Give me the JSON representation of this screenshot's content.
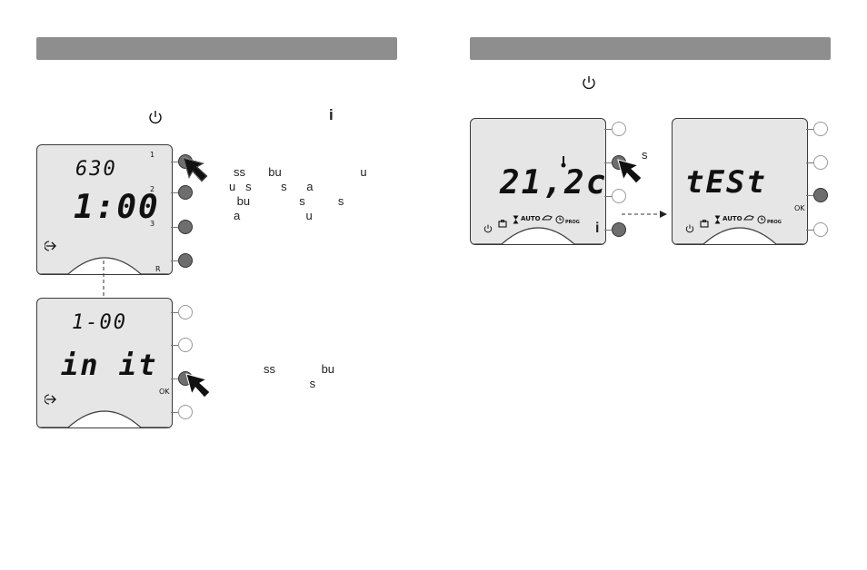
{
  "left_panel": {
    "icon_i": "i",
    "instruction1": [
      "ss       bu                        u",
      "u   s         s      a",
      " bu               s          s",
      "a                    u"
    ],
    "instruction2": [
      "ss              bu",
      "              s"
    ],
    "lcd1": {
      "top": "630",
      "main": "1:00",
      "side": [
        "1",
        "2",
        "3",
        "R"
      ]
    },
    "lcd2": {
      "top": "1-00",
      "main": "in it",
      "side_ok": "OK"
    }
  },
  "right_panel": {
    "hint_s": "s",
    "icon_i": "i",
    "lcd3": {
      "main": "21,2c",
      "mode_icons": "AUTO",
      "prog": "PROG"
    },
    "lcd4": {
      "main": "tESt",
      "side_ok": "OK",
      "mode_icons": "AUTO",
      "prog": "PROG"
    }
  },
  "icons": {
    "power": "power-icon",
    "pointer": "hand-pointer-icon",
    "entry": "arrow-enter-icon"
  },
  "colors": {
    "header": "#8e8e8e",
    "lcd_bg": "#e6e6e6",
    "button_active": "#6e6e6e"
  }
}
